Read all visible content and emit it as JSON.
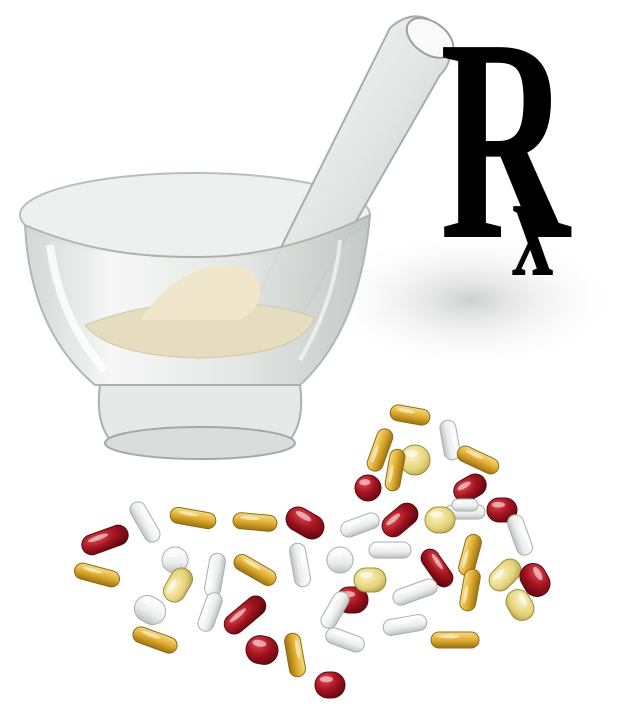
{
  "logo": {
    "symbol_r": "R",
    "symbol_x": "x"
  },
  "colors": {
    "background": "#ffffff",
    "glass": "#e9ecea",
    "powder": "#e6dcc0",
    "pill_red": "#9b1622",
    "pill_yellow": "#e2b53a",
    "pill_white": "#f2f3f2",
    "softgel": "#e8d98a"
  },
  "icons": [
    "mortar-and-pestle",
    "prescription-rx-symbol",
    "pills"
  ]
}
